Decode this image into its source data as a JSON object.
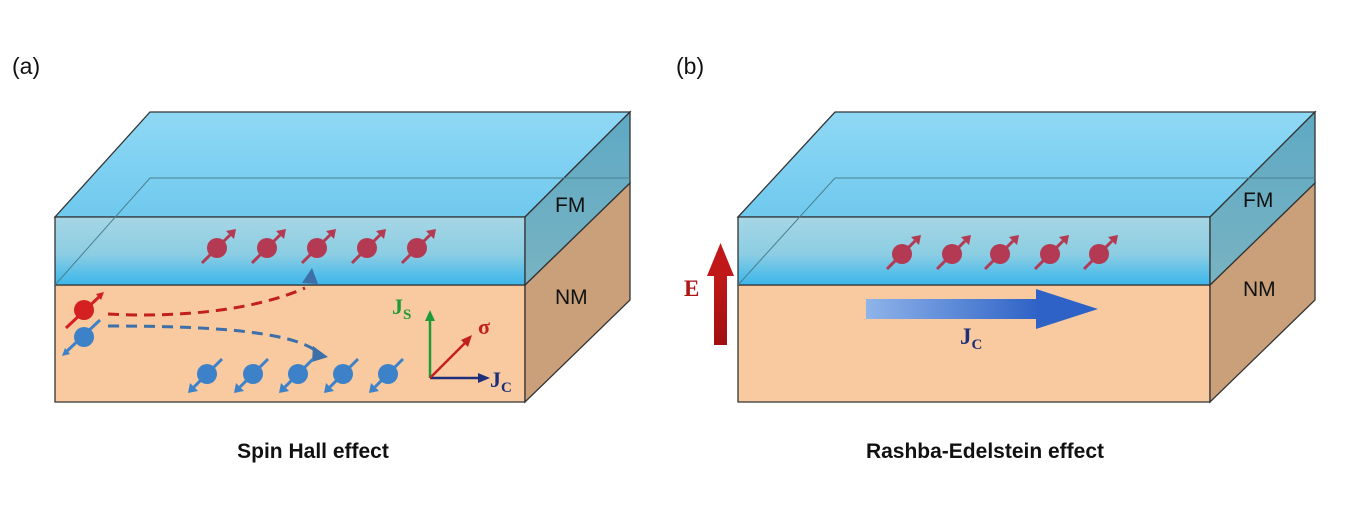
{
  "panel_a": {
    "label": "(a)",
    "top_layer": "FM",
    "bottom_layer": "NM",
    "axis_js": "J",
    "axis_js_sub": "S",
    "axis_sigma": "σ",
    "axis_jc": "J",
    "axis_jc_sub": "C",
    "caption": "Spin Hall effect"
  },
  "panel_b": {
    "label": "(b)",
    "top_layer": "FM",
    "bottom_layer": "NM",
    "field_label": "E",
    "current_label": "J",
    "current_sub": "C",
    "caption": "Rashba-Edelstein effect"
  },
  "colors": {
    "fm_top": "#7fd2f2",
    "fm_front": "#5cc0e6",
    "nm_front": "#f9caa0",
    "nm_side": "#c9a07a",
    "spin_up": "#b33a52",
    "spin_red": "#d42020",
    "spin_down": "#3d82c8",
    "js_axis": "#1f9a3a",
    "sigma_axis": "#c21f1f",
    "jc_axis": "#1d2f7a",
    "e_field": "#b01515",
    "jc_arrow": "#3d6fc8"
  }
}
